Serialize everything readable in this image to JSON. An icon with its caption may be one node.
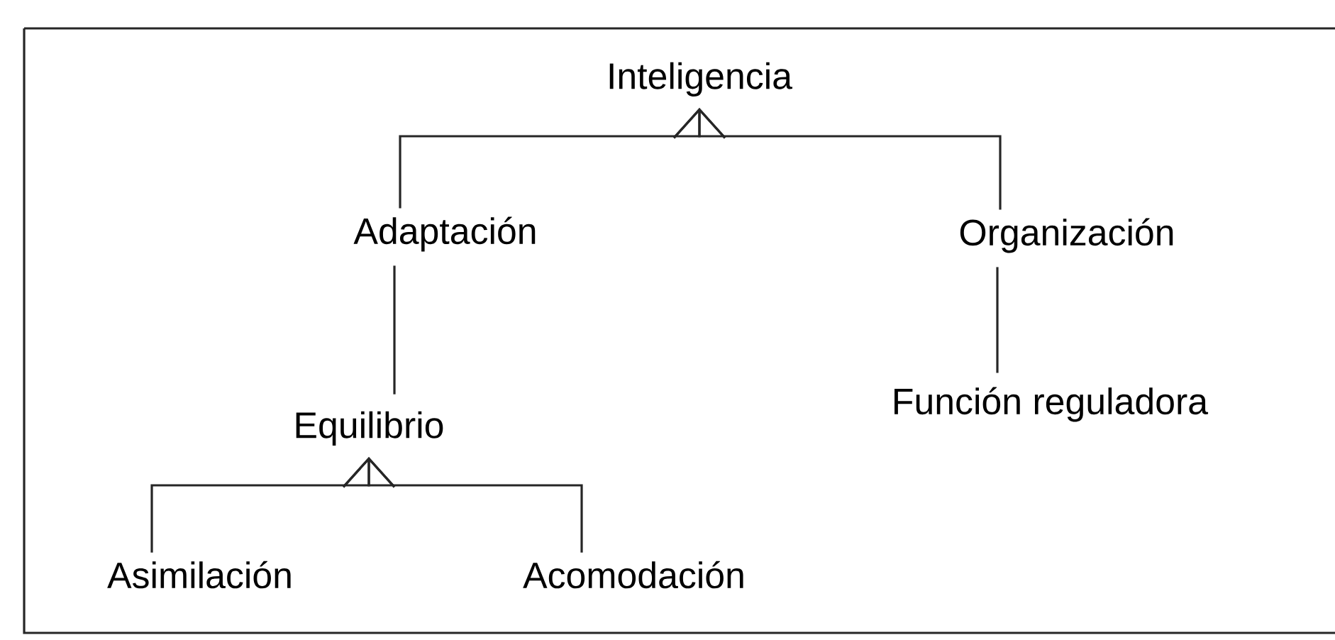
{
  "diagram": {
    "nodes": [
      {
        "text": [
          "Inteligencia"
        ]
      },
      {
        "text": [
          "Adaptación"
        ]
      },
      {
        "text": [
          "Organización"
        ]
      },
      {
        "text": [
          "Equilibrio"
        ]
      },
      {
        "text": [
          "Función reguladora"
        ]
      },
      {
        "text": [
          "Asimilación"
        ]
      },
      {
        "text": [
          "Acomodación"
        ]
      }
    ],
    "edges": [
      {
        "from": 1,
        "to": 0,
        "arrow": "to"
      },
      {
        "from": 2,
        "to": 0,
        "arrow": "to"
      },
      {
        "from": 1,
        "to": 3,
        "arrow": "none"
      },
      {
        "from": 2,
        "to": 4,
        "arrow": "none"
      },
      {
        "from": 5,
        "to": 3,
        "arrow": "to"
      },
      {
        "from": 6,
        "to": 3,
        "arrow": "to"
      }
    ]
  }
}
